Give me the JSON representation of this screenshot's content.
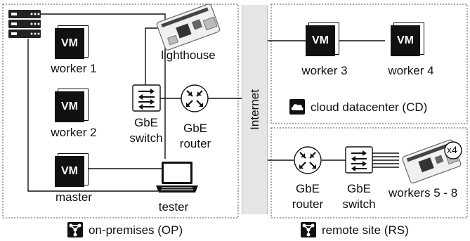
{
  "regions": {
    "on_premises": "on-premises (OP)",
    "cloud": "cloud datacenter (CD)",
    "remote": "remote site (RS)"
  },
  "internet_label": "Internet",
  "vm_badge": "VM",
  "nodes": {
    "worker1": "worker 1",
    "worker2": "worker 2",
    "master": "master",
    "lighthouse": "lighthouse",
    "tester": "tester",
    "op_switch": [
      "GbE",
      "switch"
    ],
    "op_router": [
      "GbE",
      "router"
    ],
    "worker3": "worker 3",
    "worker4": "worker 4",
    "rs_router": [
      "GbE",
      "router"
    ],
    "rs_switch": [
      "GbE",
      "switch"
    ],
    "workers58": "workers 5 - 8",
    "multiplier": "x4"
  },
  "icons": {
    "server-rack": "server-rack-icon",
    "board": "single-board-computer-icon",
    "laptop": "laptop-icon",
    "switch": "network-switch-icon",
    "router": "router-icon",
    "cloud": "cloud-icon",
    "network": "network-topology-icon"
  }
}
